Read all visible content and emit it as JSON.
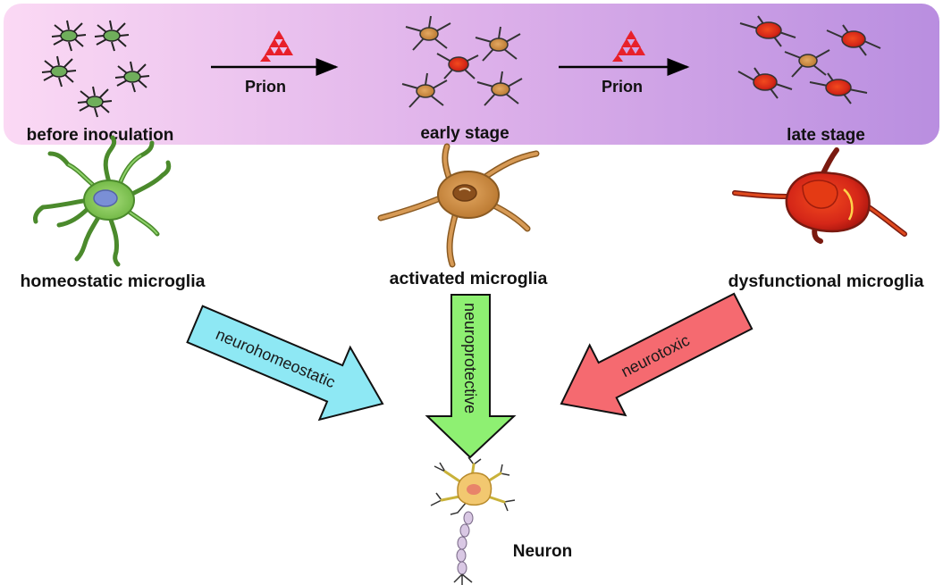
{
  "stages": {
    "before": "before inoculation",
    "early": "early stage",
    "late": "late stage"
  },
  "transition": {
    "label_1": "Prion",
    "label_2": "Prion"
  },
  "microglia": {
    "homeostatic": "homeostatic microglia",
    "activated": "activated microglia",
    "dysfunctional": "dysfunctional microglia"
  },
  "effects": {
    "homeostatic": "neurohomeostatic",
    "activated": "neuroprotective",
    "dysfunctional": "neurotoxic"
  },
  "target": "Neuron",
  "colors": {
    "banner_start": "#fbd8f3",
    "banner_end": "#b98ee0",
    "homeostatic_cell": "#7cc24f",
    "activated_cell": "#c9863e",
    "dysfunctional_cell": "#d6281a",
    "arrow_cyan": "#8ee8f4",
    "arrow_green": "#8ef072",
    "arrow_red": "#f56a70",
    "prion_red": "#e8202a"
  }
}
